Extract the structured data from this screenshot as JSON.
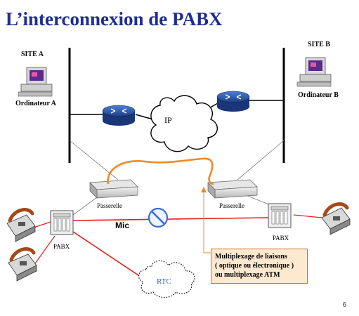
{
  "title": "L’interconnexion de PABX",
  "site_a": "SITE A",
  "site_b": "SITE B",
  "computer_a": "Ordinateur A",
  "computer_b": "Ordinateur B",
  "ip_cloud": "IP",
  "gateway_left": "Passerelle",
  "gateway_right": "Passerelle",
  "pabx_left": "PABX",
  "pabx_right": "PABX",
  "mic": "Mic",
  "rtc_cloud": "RTC",
  "callout": {
    "line1": "Multiplexage de liaisons",
    "line2": "( optique ou électronique )",
    "line3": "ou multiplexage ATM"
  },
  "page_number": "6",
  "colors": {
    "title": "#1f2d8f",
    "router": "#2d5bb5",
    "optical_link": "#f08a24",
    "red_link": "#e02020",
    "callout_bg": "#fde8d0"
  }
}
